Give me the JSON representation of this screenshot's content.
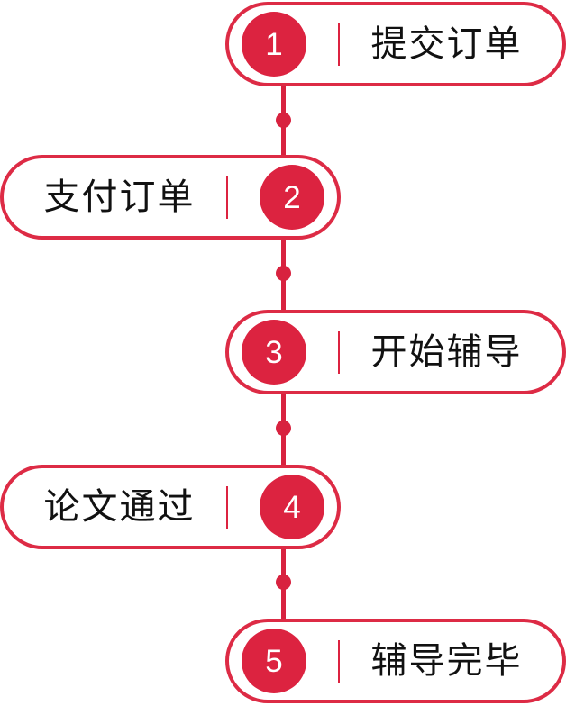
{
  "theme": {
    "accent": "#DC2340",
    "border": "#DD2B45",
    "spine": "#D8223F",
    "text": "#111111",
    "background": "#FFFFFF",
    "badge_text": "#FFFFFF"
  },
  "flow": {
    "orientation": "vertical",
    "steps": [
      {
        "number": "1",
        "label": "提交订单",
        "align": "right"
      },
      {
        "number": "2",
        "label": "支付订单",
        "align": "left"
      },
      {
        "number": "3",
        "label": "开始辅导",
        "align": "right"
      },
      {
        "number": "4",
        "label": "论文通过",
        "align": "left"
      },
      {
        "number": "5",
        "label": "辅导完毕",
        "align": "right"
      }
    ]
  }
}
